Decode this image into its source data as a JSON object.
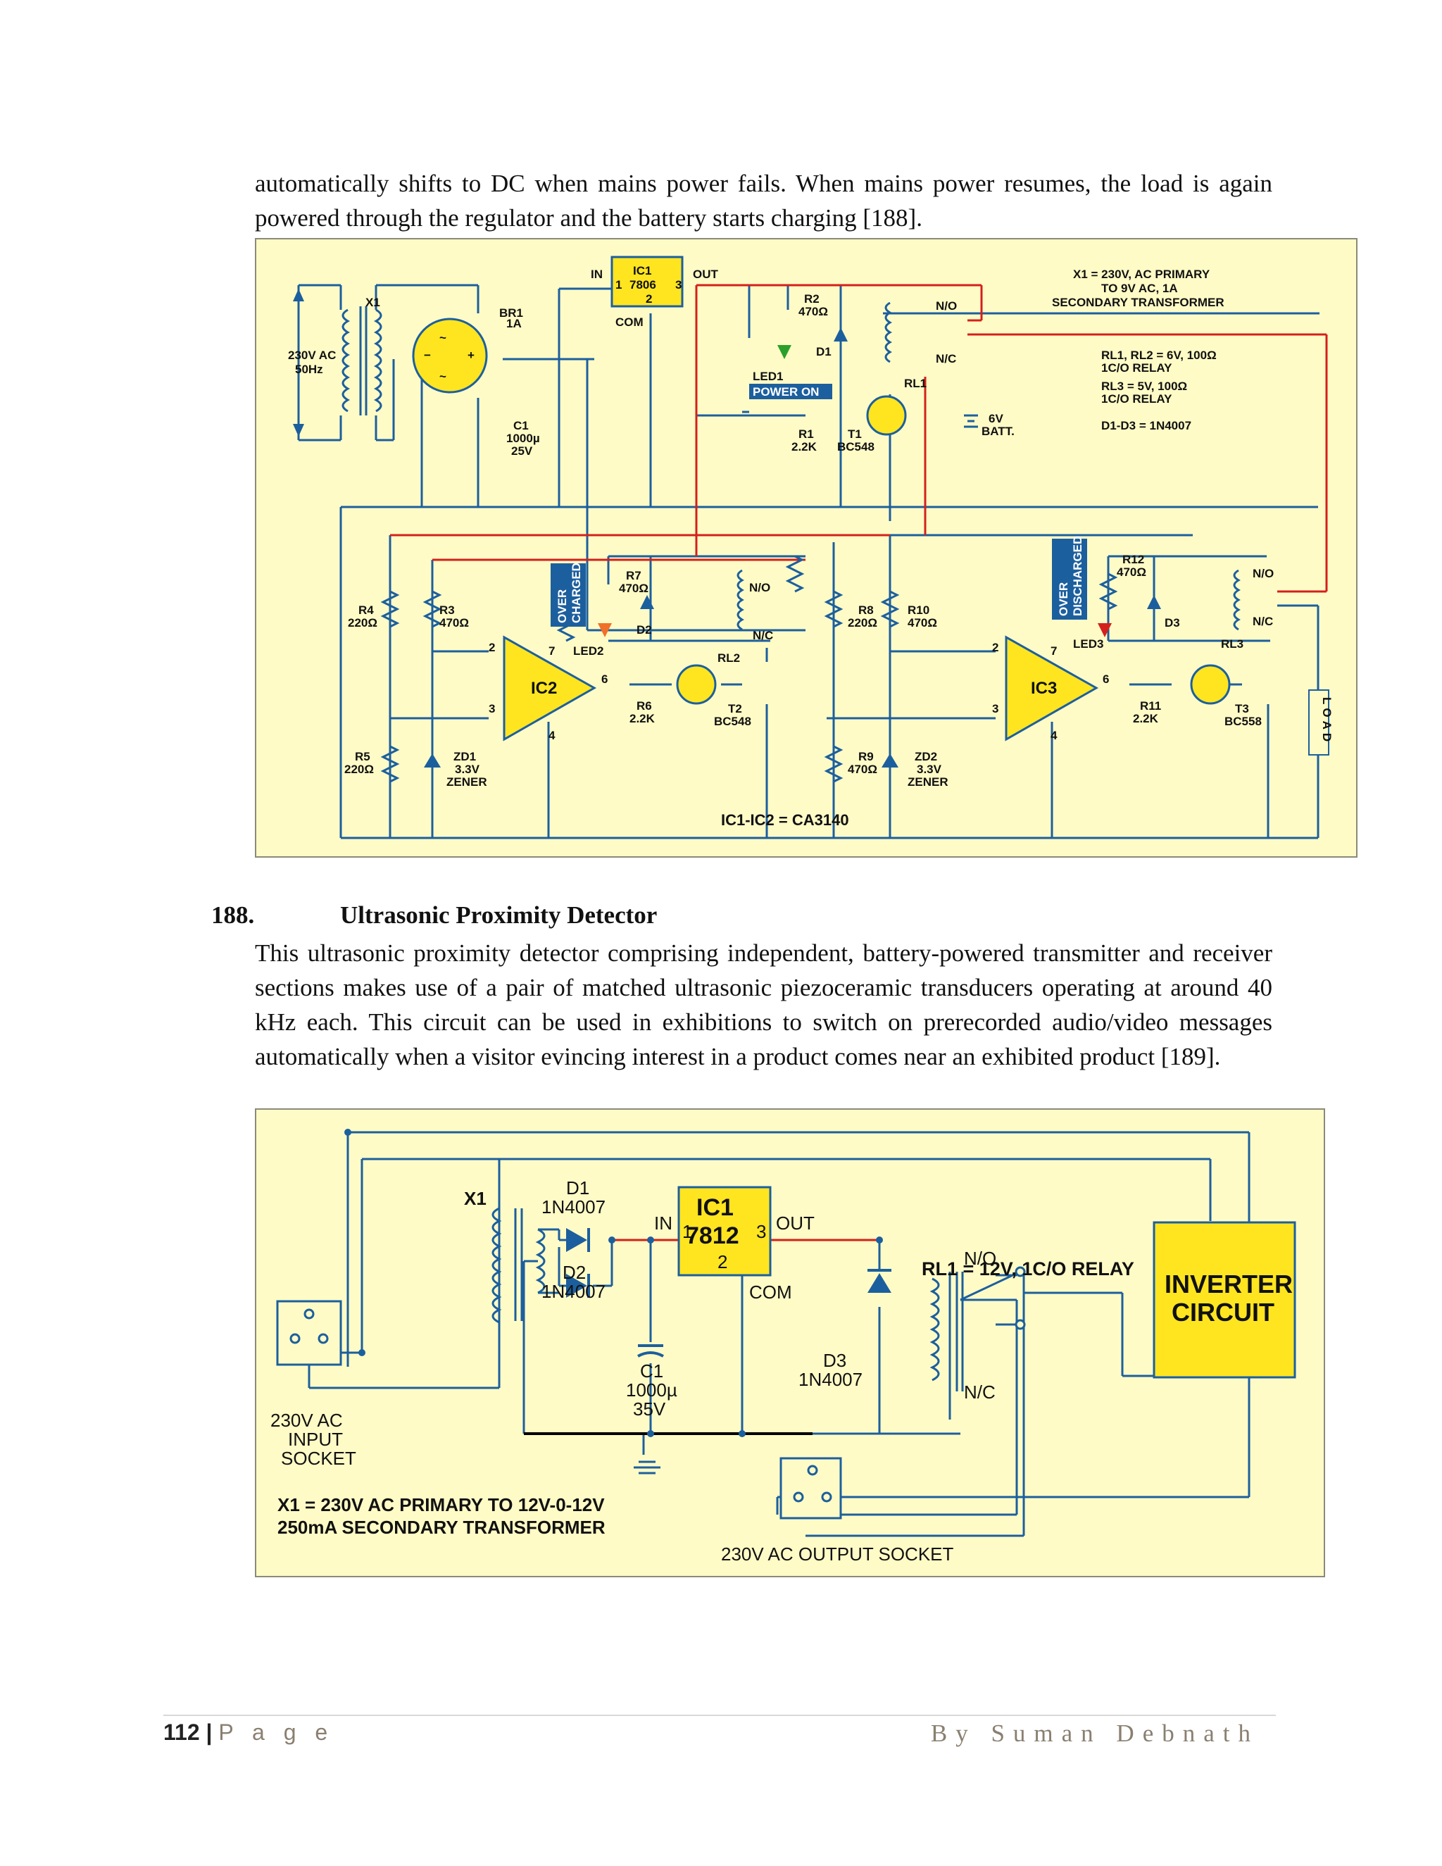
{
  "intro_text": "automatically shifts to DC when mains power fails. When mains power resumes, the load is again powered through the regulator and the battery starts charging [188].",
  "section": {
    "number": "188.",
    "title": "Ultrasonic Proximity Detector",
    "body": "This ultrasonic proximity detector comprising independent, battery-powered transmitter and receiver sections makes use of a pair of matched ultrasonic piezoceramic transducers operating at around 40 kHz each. This circuit can be used in exhibitions to switch on prerecorded audio/video messages automatically when a visitor evincing interest in a product comes near an exhibited product [189]."
  },
  "figure1": {
    "notes": [
      "X1 = 230V, AC PRIMARY",
      "TO 9V AC, 1A",
      "SECONDARY TRANSFORMER"
    ],
    "specs": [
      "RL1, RL2 = 6V, 100Ω",
      "1C/O RELAY",
      "RL3 = 5V, 100Ω",
      "1C/O RELAY",
      "D1-D3 = 1N4007"
    ],
    "ic_note": "IC1-IC2 = CA3140",
    "labels": {
      "ac_in": [
        "230V AC",
        "50Hz"
      ],
      "x1": "X1",
      "br1": [
        "BR1",
        "1A"
      ],
      "c1": [
        "C1",
        "1000µ",
        "25V"
      ],
      "ic1": [
        "IC1",
        "7806"
      ],
      "in": "IN",
      "out": "OUT",
      "com": "COM",
      "pin1": "1",
      "pin2": "2",
      "pin3": "3",
      "r2": [
        "R2",
        "470Ω"
      ],
      "d1": "D1",
      "led1": "LED1",
      "power_on": "POWER ON",
      "r1": [
        "R1",
        "2.2K"
      ],
      "t1": [
        "T1",
        "BC548"
      ],
      "rl1": "RL1",
      "no": "N/O",
      "nc": "N/C",
      "batt": [
        "6V",
        "BATT."
      ],
      "r4": [
        "R4",
        "220Ω"
      ],
      "r3": [
        "R3",
        "470Ω"
      ],
      "r5": [
        "R5",
        "220Ω"
      ],
      "zd1": [
        "ZD1",
        "3.3V",
        "ZENER"
      ],
      "ic2": "IC2",
      "over_charged": [
        "OVER",
        "CHARGED"
      ],
      "r7": [
        "R7",
        "470Ω"
      ],
      "d2": "D2",
      "led2": "LED2",
      "r6": [
        "R6",
        "2.2K"
      ],
      "t2": [
        "T2",
        "BC548"
      ],
      "rl2": "RL2",
      "r8": [
        "R8",
        "220Ω"
      ],
      "r10": [
        "R10",
        "470Ω"
      ],
      "r9": [
        "R9",
        "470Ω"
      ],
      "zd2": [
        "ZD2",
        "3.3V",
        "ZENER"
      ],
      "ic3": "IC3",
      "over_discharged": [
        "OVER",
        "DISCHARGED"
      ],
      "r12": [
        "R12",
        "470Ω"
      ],
      "d3": "D3",
      "led3": "LED3",
      "r11": [
        "R11",
        "2.2K"
      ],
      "t3": [
        "T3",
        "BC558"
      ],
      "rl3": "RL3",
      "load": "LOAD",
      "p2": "2",
      "p3": "3",
      "p4": "4",
      "p6": "6",
      "p7": "7"
    }
  },
  "figure2": {
    "x1": "X1",
    "d1": [
      "D1",
      "1N4007"
    ],
    "d2": [
      "D2",
      "1N4007"
    ],
    "ic1": [
      "IC1",
      "7812"
    ],
    "in": "IN",
    "out": "OUT",
    "com": "COM",
    "pin1": "1",
    "pin2": "2",
    "pin3": "3",
    "relay_note": "RL1 = 12V, 1C/O RELAY",
    "no": "N/O",
    "nc": "N/C",
    "d3": [
      "D3",
      "1N4007"
    ],
    "c1": [
      "C1",
      "1000µ",
      "35V"
    ],
    "inverter": [
      "INVERTER",
      "CIRCUIT"
    ],
    "input_socket": [
      "230V AC",
      "INPUT",
      "SOCKET"
    ],
    "transformer_note": [
      "X1 = 230V AC PRIMARY TO 12V-0-12V",
      "250mA SECONDARY TRANSFORMER"
    ],
    "output_socket": "230V AC OUTPUT SOCKET"
  },
  "footer": {
    "page_number": "112",
    "separator": "|",
    "page_word": "P a g e",
    "author": "By Suman Debnath"
  }
}
